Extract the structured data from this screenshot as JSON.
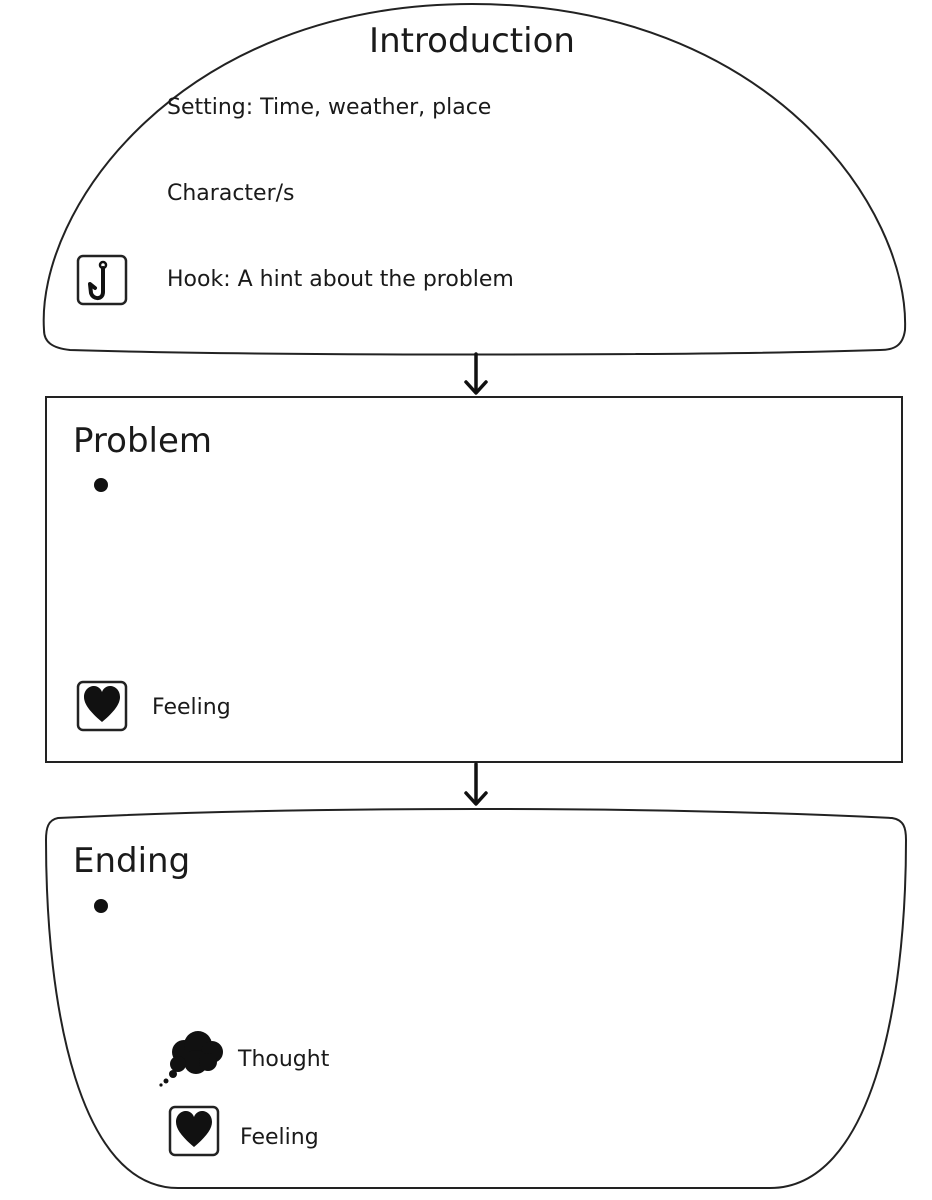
{
  "introduction": {
    "title": "Introduction",
    "items": [
      "Setting: Time, weather, place",
      "Character/s",
      "Hook: A hint about the problem"
    ]
  },
  "problem": {
    "title": "Problem",
    "feeling_label": "Feeling"
  },
  "ending": {
    "title": "Ending",
    "thought_label": "Thought",
    "feeling_label": "Feeling"
  },
  "icons": {
    "hook": "hook-icon",
    "heart": "heart-icon",
    "thought": "thought-cloud-icon",
    "bullet": "bullet-point"
  },
  "colors": {
    "line": "#222222",
    "background": "#ffffff"
  }
}
